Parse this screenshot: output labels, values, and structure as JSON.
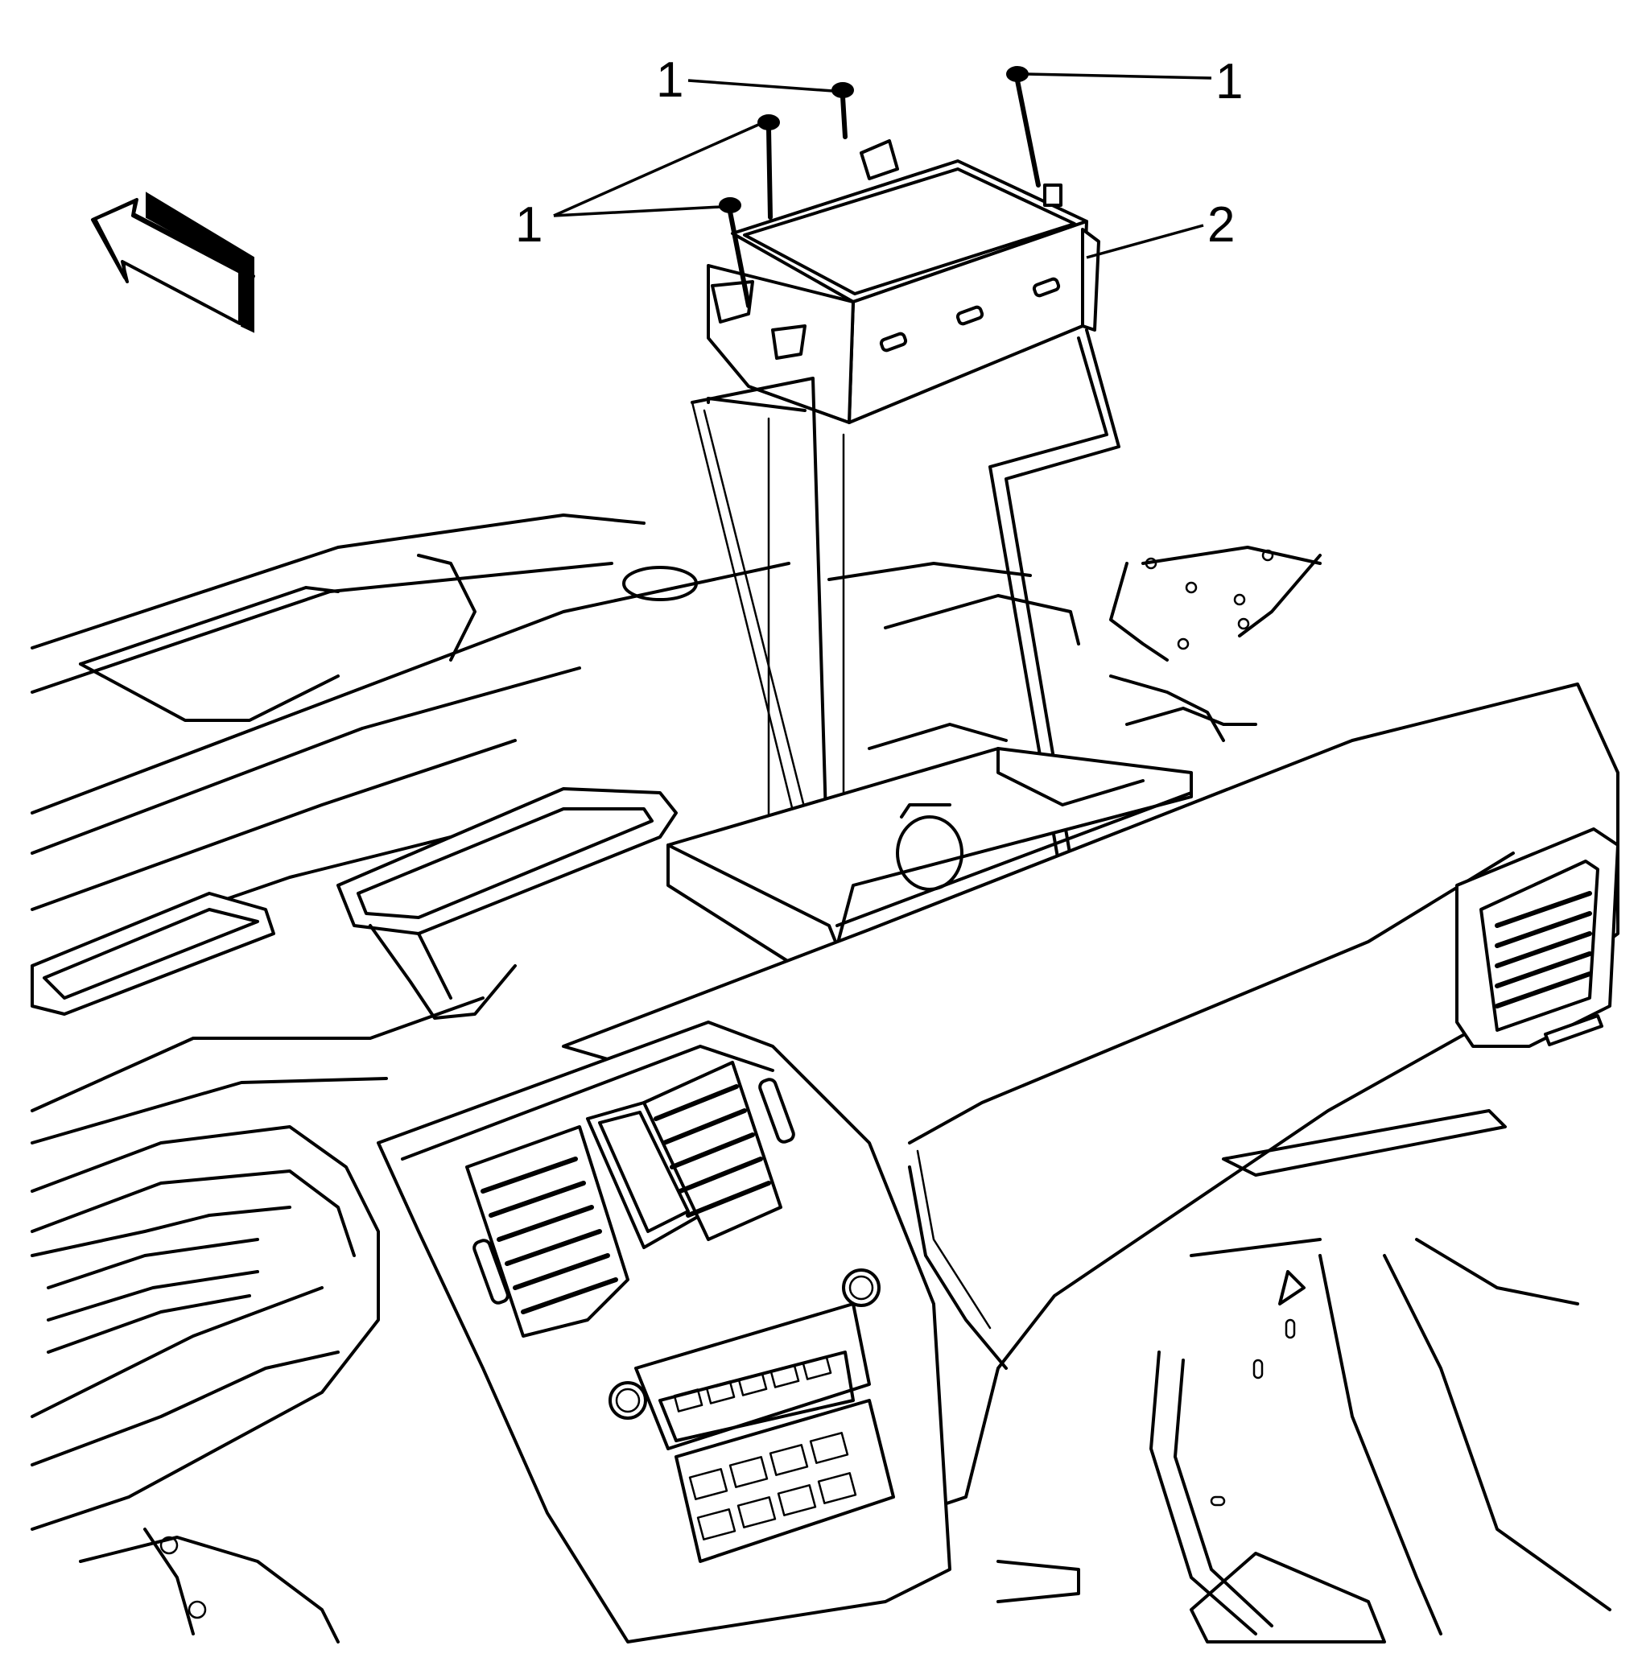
{
  "callouts": {
    "fastener_top_left": "1",
    "fastener_top_right": "1",
    "fastener_left": "1",
    "module": "2"
  },
  "colors": {
    "line": "#000000",
    "background": "#ffffff"
  },
  "icons": {
    "orientation_arrow": "arrow-up-left-icon"
  }
}
